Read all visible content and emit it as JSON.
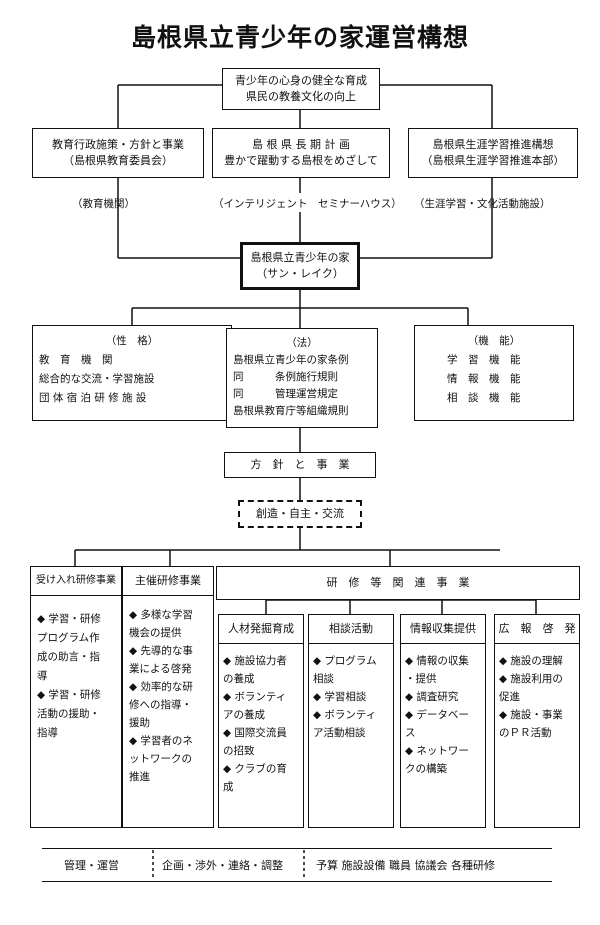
{
  "title": "島根県立青少年の家運営構想",
  "goal": {
    "line1": "青少年の心身の健全な育成",
    "line2": "県民の教養文化の向上"
  },
  "pillars": [
    {
      "line1": "教育行政施策・方針と事業",
      "line2": "（島根県教育委員会）",
      "note": "（教育機関）"
    },
    {
      "line1": "島 根 県 長 期 計 画",
      "line2": "豊かで躍動する島根をめざして",
      "note": "（インテリジェント　セミナーハウス）"
    },
    {
      "line1": "島根県生涯学習推進構想",
      "line2": "（島根県生涯学習推進本部）",
      "note": "（生涯学習・文化活動施設）"
    }
  ],
  "center": {
    "line1": "島根県立青少年の家",
    "line2": "（サン・レイク）"
  },
  "seikaku": {
    "heading": "（性　格）",
    "items": [
      "教　育　機　関",
      "総合的な交流・学習施設",
      "団 体 宿 泊 研 修 施 設"
    ]
  },
  "hou": {
    "heading": "（法）",
    "items": [
      "島根県立青少年の家条例",
      "同　　　条例施行規則",
      "同　　　管理運営規定",
      "島根県教育庁等組織規則"
    ]
  },
  "kinou": {
    "heading": "（機　能）",
    "items": [
      "学　習　機　能",
      "情　報　機　能",
      "相　談　機　能"
    ]
  },
  "policy": "方　針　と　事　業",
  "motto": "創造・自主・交流",
  "cols": {
    "ukeire": {
      "heading": "受け入れ研修事業",
      "items": [
        "◆ 学習・研修",
        "プログラム作",
        "成の助言・指",
        "導",
        "◆ 学習・研修",
        "活動の援助・",
        "指導"
      ]
    },
    "shusai": {
      "heading": "主催研修事業",
      "items": [
        "◆ 多様な学習",
        "機会の提供",
        "◆ 先導的な事",
        "業による啓発",
        "◆ 効率的な研",
        "修への指導・",
        "援助",
        "◆ 学習者のネ",
        "ットワークの",
        "推進"
      ]
    },
    "kenshu": {
      "heading": "研　修　等　関　連　事　業"
    },
    "jinzai": {
      "heading": "人材発掘育成",
      "items": [
        "◆ 施設協力者",
        "の養成",
        "◆ ボランティ",
        "アの養成",
        "◆ 国際交流員",
        "の招致",
        "◆ クラブの育",
        "成"
      ]
    },
    "soudan": {
      "heading": "相談活動",
      "items": [
        "◆ プログラム",
        "相談",
        "◆ 学習相談",
        "◆ ボランティ",
        "ア活動相談"
      ]
    },
    "jouhou": {
      "heading": "情報収集提供",
      "items": [
        "◆ 情報の収集",
        "・提供",
        "◆ 調査研究",
        "◆ データベー",
        "ス",
        "◆ ネットワー",
        "クの構築"
      ]
    },
    "kouhou": {
      "heading": "広　報　啓　発",
      "items": [
        "◆ 施設の理解",
        "◆ 施設利用の",
        "促進",
        "◆ 施設・事業",
        "のＰＲ活動"
      ]
    }
  },
  "bottom": {
    "a": "管理・運営",
    "b": "企画・渉外・連絡・調整",
    "c": "予算 施設設備 職員 協議会 各種研修"
  }
}
